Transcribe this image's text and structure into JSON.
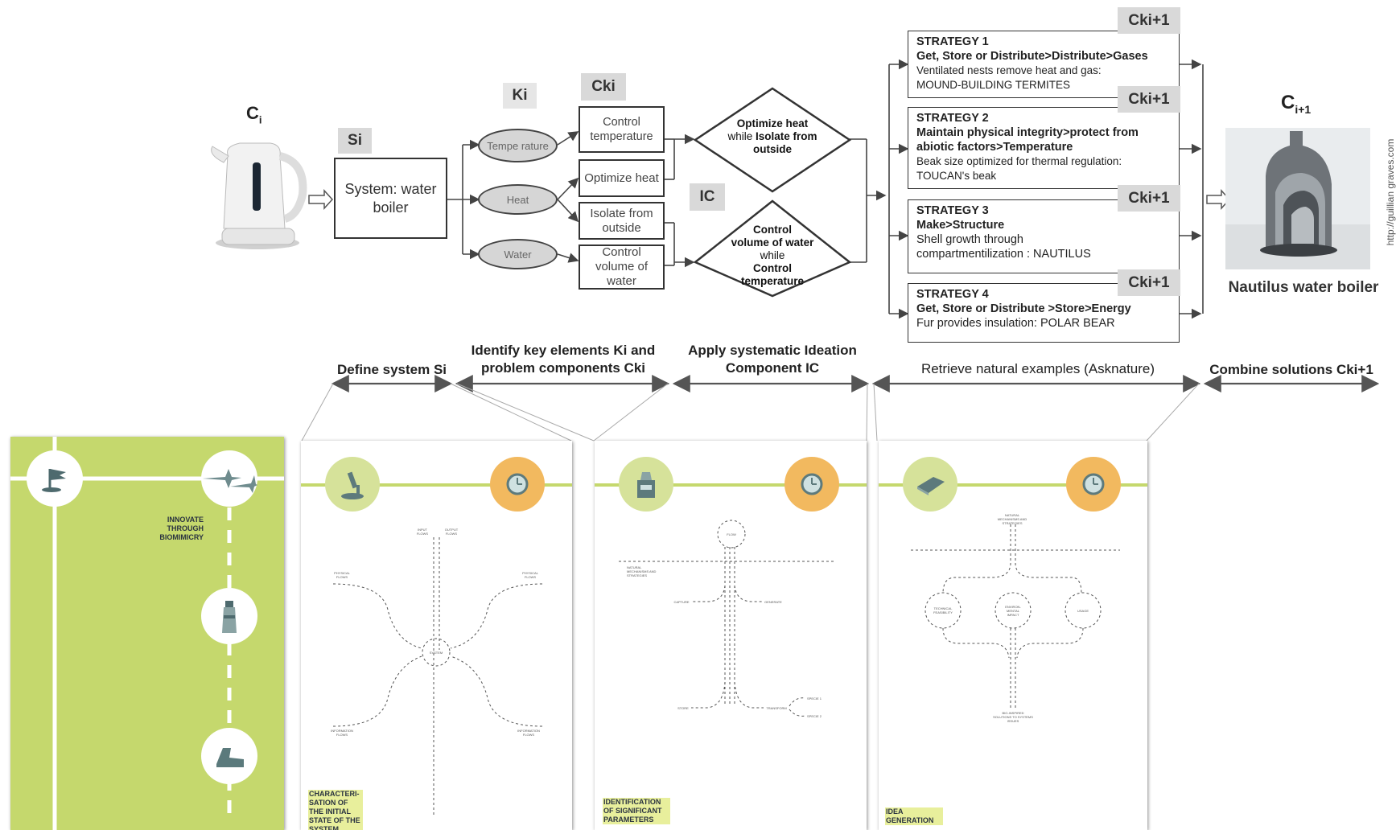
{
  "top_flow": {
    "ci_label": "C",
    "ci_sub": "i",
    "si_tag": "Si",
    "system_box": "System: water boiler",
    "ki_tag": "Ki",
    "cki_tag": "Cki",
    "ic_tag": "IC",
    "key_elements": [
      "Tempe rature",
      "Heat",
      "Water"
    ],
    "components": [
      "Control temperature",
      "Optimize heat",
      "Isolate from outside",
      "Control volume of water"
    ],
    "diamond1": {
      "line1": "Optimize heat",
      "line2": "while ",
      "line2b": "Isolate from",
      "line3": "outside"
    },
    "diamond2": {
      "line1": "Control",
      "line2": "volume of water",
      "line3": "while",
      "line4": "Control",
      "line5": "temperature"
    },
    "cki1_tag": "Cki+1",
    "strategies": [
      {
        "title": "STRATEGY 1",
        "path": "Get, Store or Distribute>Distribute>Gases",
        "desc": "Ventilated nests remove heat and gas:",
        "example": "MOUND-BUILDING TERMITES"
      },
      {
        "title": "STRATEGY 2",
        "path": "Maintain physical integrity>protect from abiotic factors>Temperature",
        "desc": "Beak size optimized for thermal regulation:",
        "example": "TOUCAN's beak"
      },
      {
        "title": "STRATEGY 3",
        "path": "Make>Structure",
        "desc": "Shell growth through",
        "example": "compartmentilization : NAUTILUS"
      },
      {
        "title": "STRATEGY 4",
        "path": "Get, Store or Distribute >Store>Energy",
        "desc": "Fur provides insulation: ",
        "example": "POLAR BEAR"
      }
    ],
    "ci1_label": "C",
    "ci1_sub": "i+1",
    "result_caption": "Nautilus water boiler",
    "credit": "http://guillian graves.com"
  },
  "stages": [
    {
      "label": "Define system  Si"
    },
    {
      "label": "Identify key elements  Ki and problem components Cki"
    },
    {
      "label": "Apply systematic Ideation Component  IC"
    },
    {
      "label": "Retrieve natural examples (Asknature)"
    },
    {
      "label": "Combine solutions Cki+1"
    }
  ],
  "panels": {
    "cover_text": "INNOVATE THROUGH BIOMIMICRY",
    "panel1_title": "CHARACTERI- SATION OF THE INITIAL STATE OF THE SYSTEM",
    "panel2_title": "IDENTIFICATION OF SIGNIFICANT PARAMETERS",
    "panel3_title": "IDEA GENERATION",
    "panel1_labels": [
      "INPUT FLOWS",
      "OUTPUT FLOWS",
      "PHYSICAL FLOWS",
      "PHYSICAL FLOWS",
      "SYSTEM",
      "INFORMATION FLOWS",
      "INFORMATION FLOWS"
    ],
    "panel2_labels": [
      "FLOW",
      "NATURAL MECHANISMS AND STRATEGIES",
      "CAPTURE",
      "GENERATE",
      "STORE",
      "TRANSFORM",
      "SPECIE 1",
      "SPECIE 2"
    ],
    "panel3_labels": [
      "NATURAL MECHANISMS AND STRATEGIES",
      "TECHNICAL FEASIBILITY",
      "ENVIRON- MENTAL IMPACT",
      "USAGE",
      "BIO-INSPIRED SOLUTIONS TO SYSTEMS ISSUES"
    ]
  },
  "colors": {
    "panel_green": "#c5d86d",
    "circle_green": "#d6e29a",
    "circle_orange": "#f2b95f",
    "tag_grey": "#d9d9d9",
    "oval_grey": "#d6d6d6"
  }
}
